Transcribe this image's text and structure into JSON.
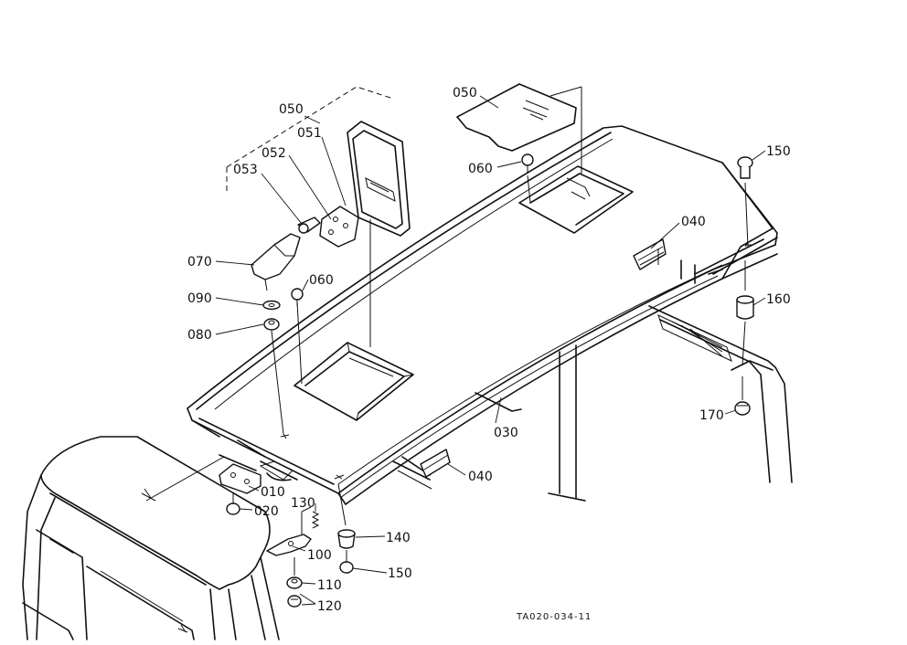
{
  "callouts": [
    {
      "id": "c050a",
      "text": "050"
    },
    {
      "id": "c051",
      "text": "051"
    },
    {
      "id": "c052",
      "text": "052"
    },
    {
      "id": "c053",
      "text": "053"
    },
    {
      "id": "c070",
      "text": "070"
    },
    {
      "id": "c090",
      "text": "090"
    },
    {
      "id": "c080",
      "text": "080"
    },
    {
      "id": "c060a",
      "text": "060"
    },
    {
      "id": "c050b",
      "text": "050"
    },
    {
      "id": "c060b",
      "text": "060"
    },
    {
      "id": "c040a",
      "text": "040"
    },
    {
      "id": "c150a",
      "text": "150"
    },
    {
      "id": "c160",
      "text": "160"
    },
    {
      "id": "c170",
      "text": "170"
    },
    {
      "id": "c030",
      "text": "030"
    },
    {
      "id": "c040b",
      "text": "040"
    },
    {
      "id": "c010",
      "text": "010"
    },
    {
      "id": "c020",
      "text": "020"
    },
    {
      "id": "c130",
      "text": "130"
    },
    {
      "id": "c140",
      "text": "140"
    },
    {
      "id": "c100",
      "text": "100"
    },
    {
      "id": "c150b",
      "text": "150"
    },
    {
      "id": "c110",
      "text": "110"
    },
    {
      "id": "c120",
      "text": "120"
    }
  ],
  "drawing_code": "TA020-034-11"
}
